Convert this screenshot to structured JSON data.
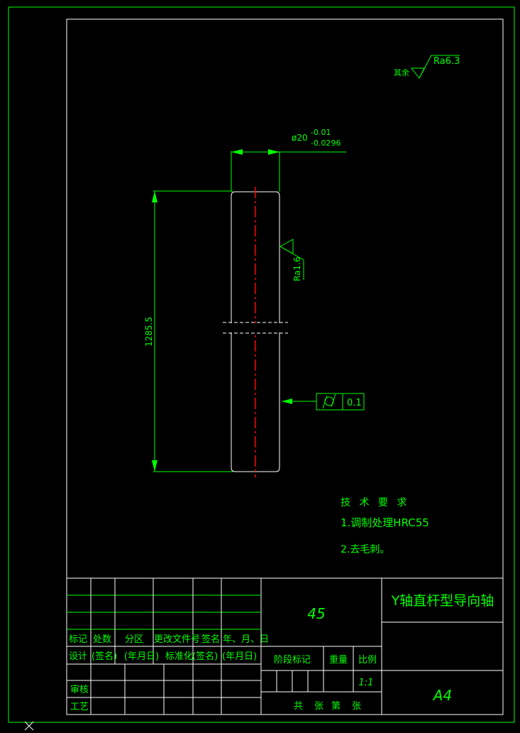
{
  "colors": {
    "background": "#000000",
    "frame": "#00ff00",
    "outline": "#ffffff",
    "centerline": "#ff0000",
    "text": "#00ff00"
  },
  "roughness": {
    "general": "Ra6.3",
    "general_prefix": "其余",
    "surface": "Ra1.6"
  },
  "dimensions": {
    "diameter_base": "ø20",
    "diameter_upper_tol": "-0.01",
    "diameter_lower_tol": "-0.0296",
    "length": "1285.5"
  },
  "tolerance_frame": {
    "symbol": "cylindricity-icon",
    "value": "0.1"
  },
  "technical_requirements": {
    "heading": "技 术 要 求",
    "items": [
      "1.调制处理HRC55",
      "2.去毛刺。"
    ]
  },
  "title_block": {
    "material": "45",
    "part_name": "Y轴直杆型导向轴",
    "sheet_size": "A4",
    "headers": [
      "标记",
      "处数",
      "分区",
      "更改文件号",
      "签名",
      "年、月、日"
    ],
    "design_row": [
      "设计",
      "(签名)",
      "(年月日)",
      "标准化",
      "(签名)",
      "(年月日)"
    ],
    "review": "审核",
    "process": "工艺",
    "stage_mark": "阶段标记",
    "weight": "重量",
    "scale_label": "比例",
    "scale_value": "1:1",
    "sheets": [
      "共",
      "张",
      "第",
      "张"
    ]
  }
}
